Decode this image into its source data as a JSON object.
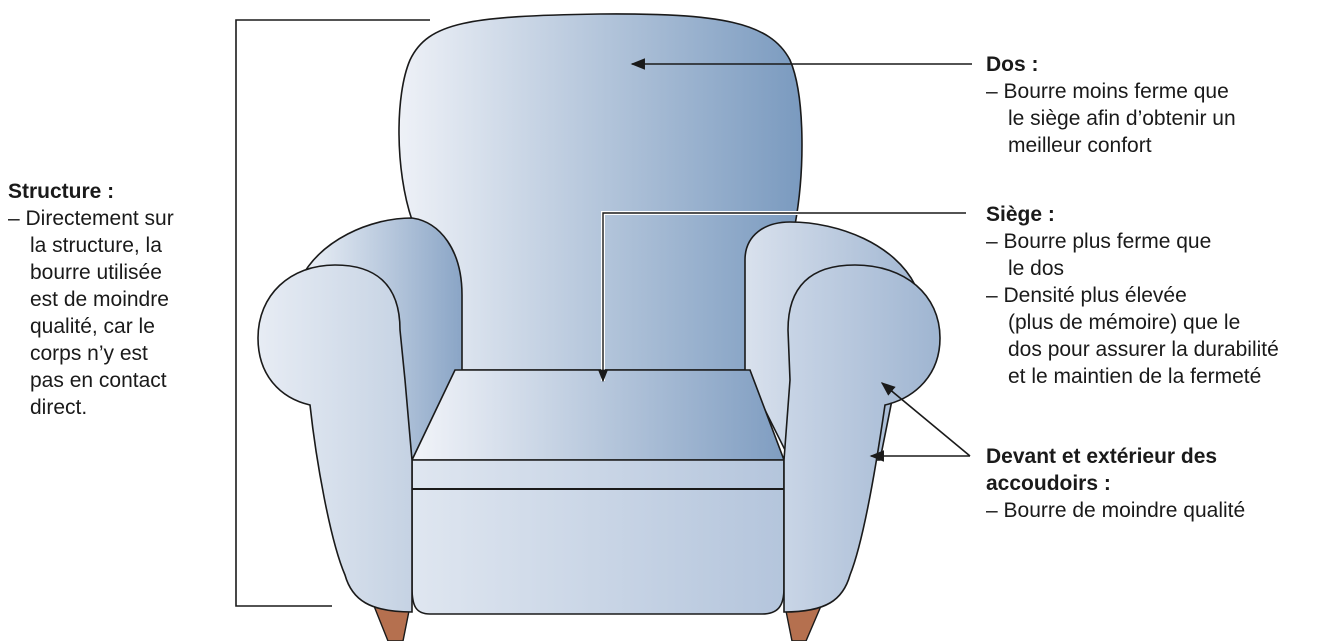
{
  "structure": {
    "title": "Structure :",
    "lines": [
      "– Directement sur",
      "la structure, la",
      "bourre utilisée",
      "est de moindre",
      "qualité, car le",
      "corps n’y est",
      "pas en contact",
      "direct."
    ]
  },
  "dos": {
    "title": "Dos :",
    "lines": [
      "– Bourre moins ferme que",
      "le siège afin d’obtenir un",
      "meilleur confort"
    ]
  },
  "siege": {
    "title": "Siège :",
    "lines": [
      "– Bourre plus ferme que",
      "le dos",
      "– Densité plus élevée",
      "(plus de mémoire) que le",
      "dos pour assurer la durabilité",
      "et le maintien de la fermeté"
    ]
  },
  "accoudoirs": {
    "title_lines": [
      "Devant et extérieur des",
      "accoudoirs :"
    ],
    "lines": [
      "– Bourre de moindre qualité"
    ]
  },
  "colors": {
    "fabric_light": "#e9edf4",
    "fabric_dark": "#7d9cc0",
    "legs": "#b5704f",
    "outline": "#1a1a1a"
  }
}
